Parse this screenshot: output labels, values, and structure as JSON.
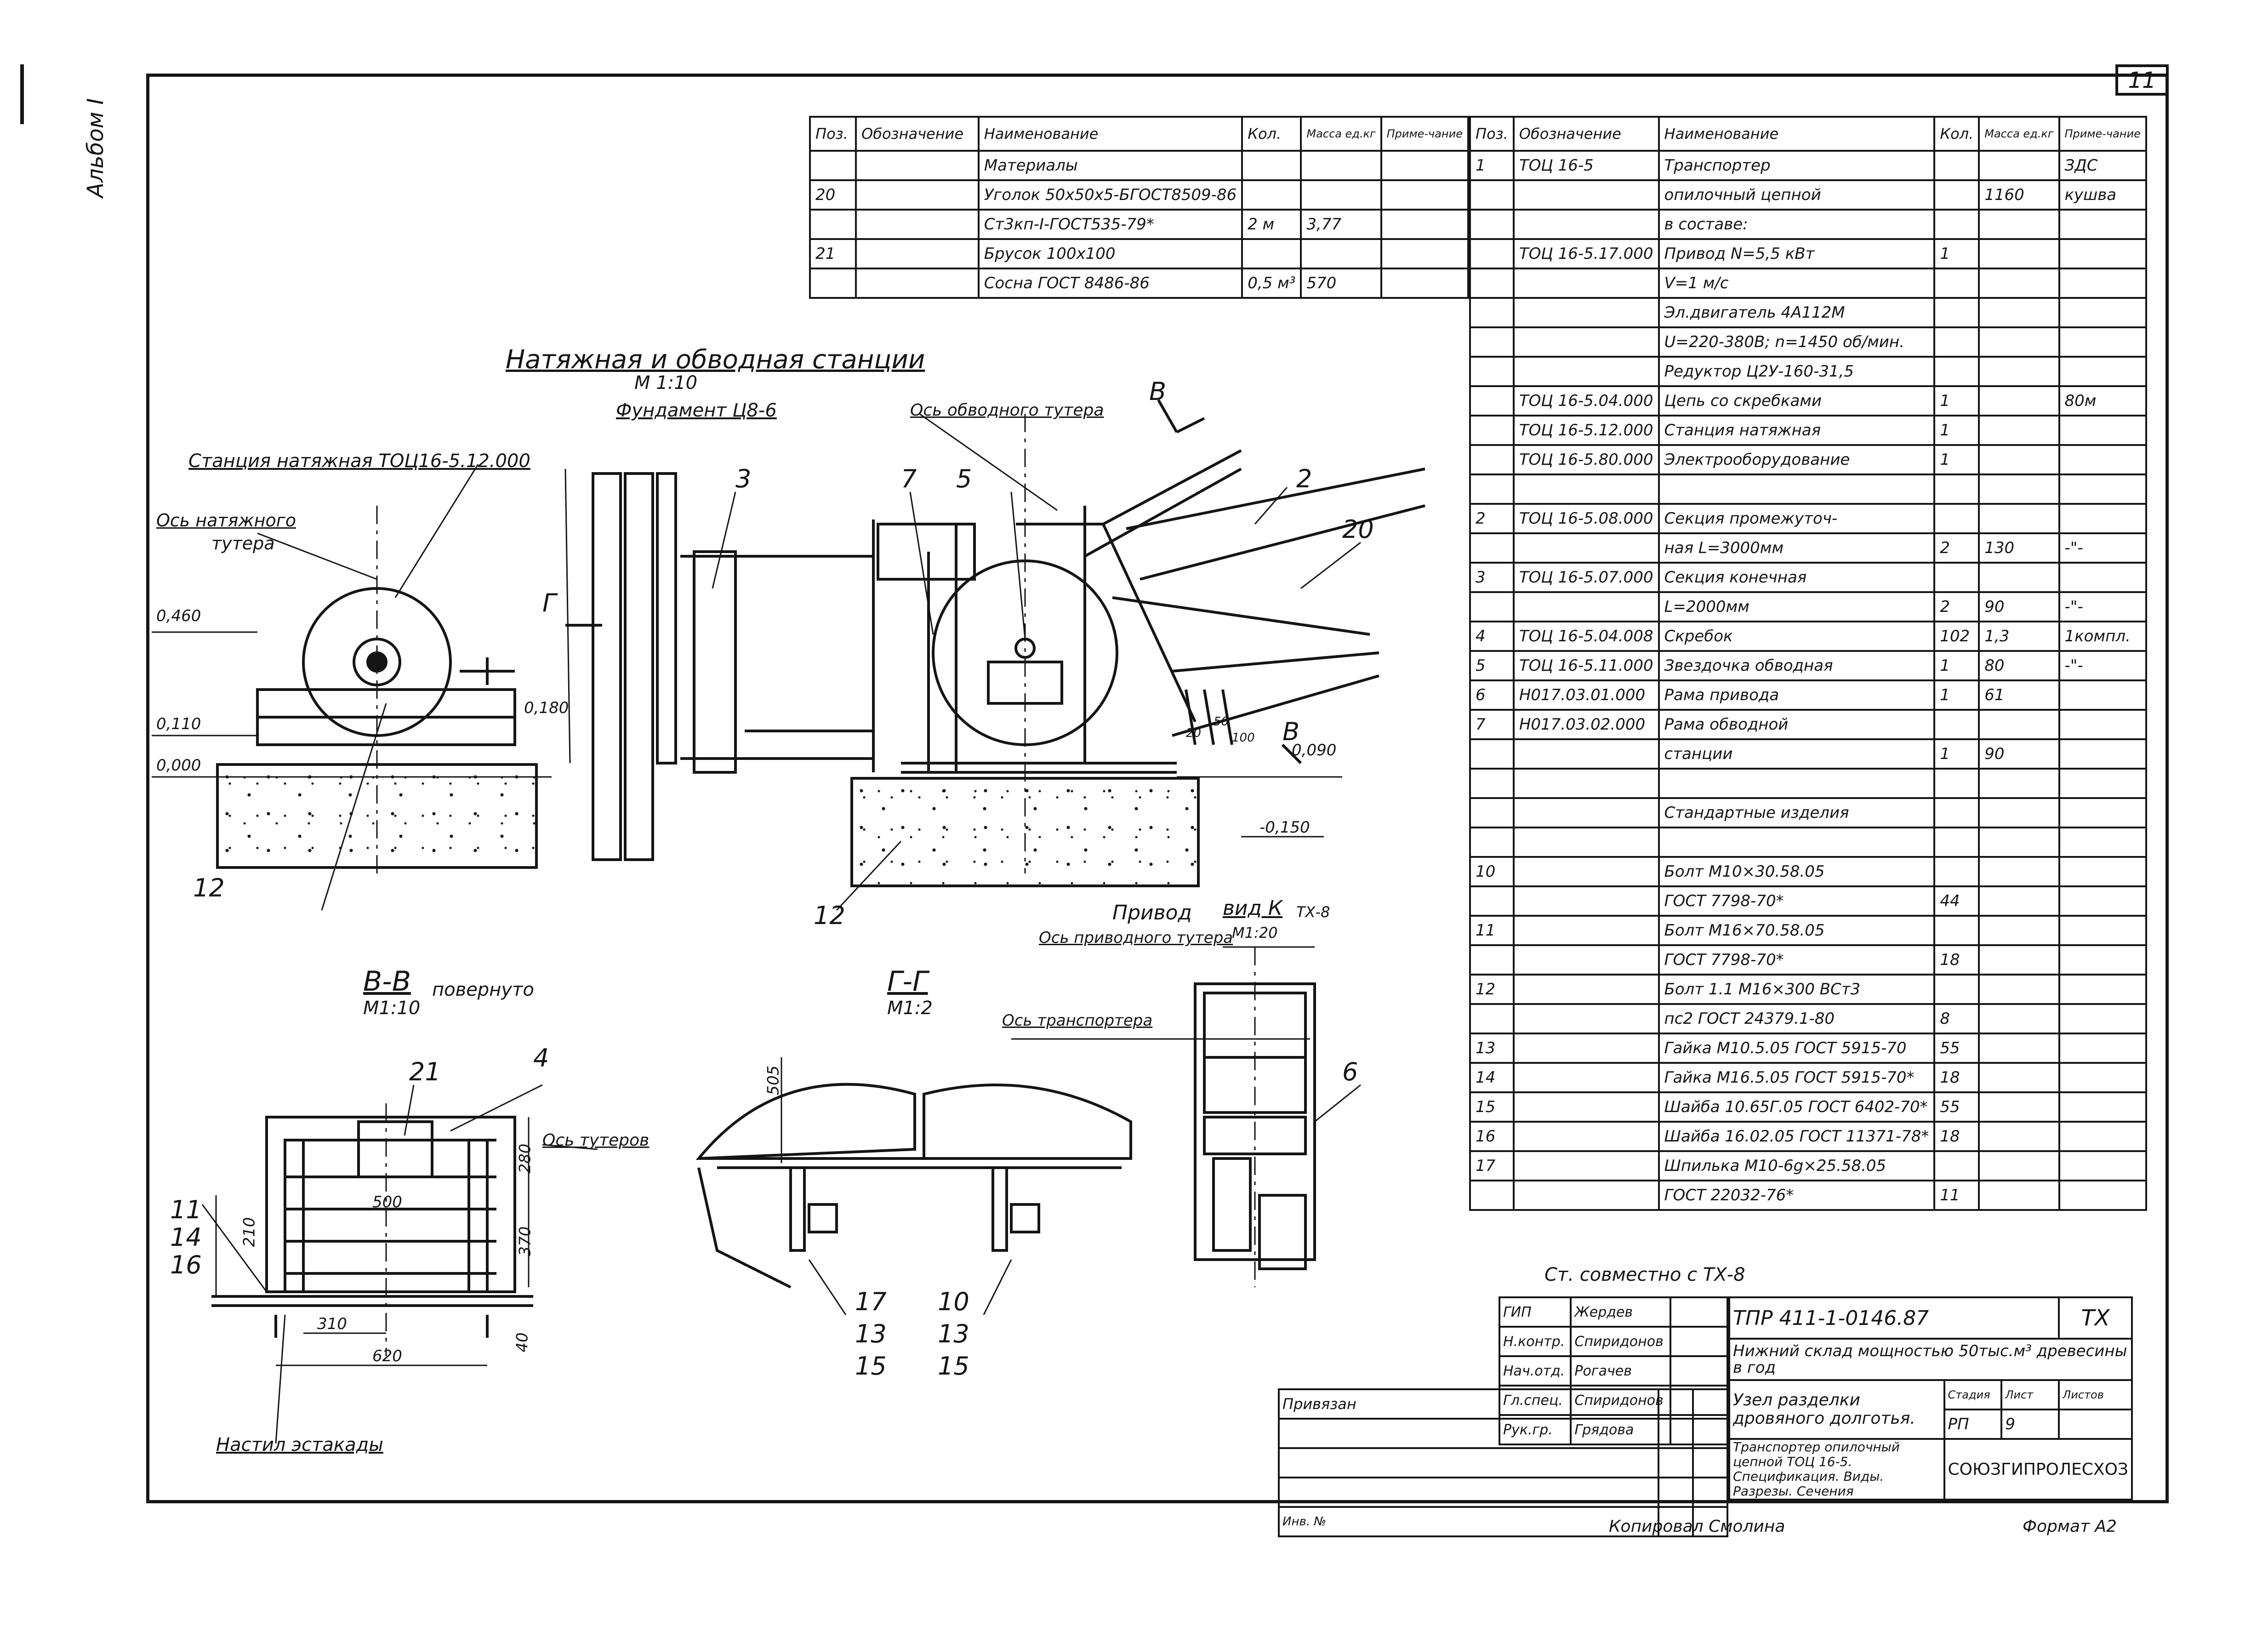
{
  "sheet": {
    "page_number": "11",
    "album_label": "Альбом I",
    "copied_label": "Копировал Смолина",
    "format_label": "Формат А2"
  },
  "spec_left": {
    "headers": [
      "Поз.",
      "Обозначение",
      "Наименование",
      "Кол.",
      "Масса ед.кг",
      "Приме-чание"
    ],
    "rows": [
      {
        "pos": "",
        "designation": "",
        "name": "Материалы",
        "qty": "",
        "mass": "",
        "note": ""
      },
      {
        "pos": "20",
        "designation": "",
        "name": "Уголок 50х50х5-БГОСТ8509-86",
        "qty": "",
        "mass": "",
        "note": ""
      },
      {
        "pos": "",
        "designation": "",
        "name": "Ст3кп-I-ГОСТ535-79*",
        "qty": "2 м",
        "mass": "3,77",
        "note": ""
      },
      {
        "pos": "21",
        "designation": "",
        "name": "Брусок 100х100",
        "qty": "",
        "mass": "",
        "note": ""
      },
      {
        "pos": "",
        "designation": "",
        "name": "Сосна ГОСТ 8486-86",
        "qty": "0,5 м³",
        "mass": "570",
        "note": ""
      }
    ]
  },
  "spec_right": {
    "headers": [
      "Поз.",
      "Обозначение",
      "Наименование",
      "Кол.",
      "Масса ед.кг",
      "Приме-чание"
    ],
    "rows": [
      {
        "pos": "1",
        "designation": "ТОЦ 16-5",
        "name": "Транспортер",
        "qty": "",
        "mass": "",
        "note": "ЗДС"
      },
      {
        "pos": "",
        "designation": "",
        "name": "опилочный цепной",
        "qty": "",
        "mass": "1160",
        "note": "кушва"
      },
      {
        "pos": "",
        "designation": "",
        "name": "в составе:",
        "qty": "",
        "mass": "",
        "note": ""
      },
      {
        "pos": "",
        "designation": "ТОЦ 16-5.17.000",
        "name": "Привод N=5,5 кВт",
        "qty": "1",
        "mass": "",
        "note": ""
      },
      {
        "pos": "",
        "designation": "",
        "name": "V=1 м/с",
        "qty": "",
        "mass": "",
        "note": ""
      },
      {
        "pos": "",
        "designation": "",
        "name": "Эл.двигатель 4А112М",
        "qty": "",
        "mass": "",
        "note": ""
      },
      {
        "pos": "",
        "designation": "",
        "name": "U=220-380В; n=1450 об/мин.",
        "qty": "",
        "mass": "",
        "note": ""
      },
      {
        "pos": "",
        "designation": "",
        "name": "Редуктор Ц2У-160-31,5",
        "qty": "",
        "mass": "",
        "note": ""
      },
      {
        "pos": "",
        "designation": "ТОЦ 16-5.04.000",
        "name": "Цепь со скребками",
        "qty": "1",
        "mass": "",
        "note": "80м"
      },
      {
        "pos": "",
        "designation": "ТОЦ 16-5.12.000",
        "name": "Станция натяжная",
        "qty": "1",
        "mass": "",
        "note": ""
      },
      {
        "pos": "",
        "designation": "ТОЦ 16-5.80.000",
        "name": "Электрооборудование",
        "qty": "1",
        "mass": "",
        "note": ""
      },
      {
        "pos": "",
        "designation": "",
        "name": "",
        "qty": "",
        "mass": "",
        "note": ""
      },
      {
        "pos": "2",
        "designation": "ТОЦ 16-5.08.000",
        "name": "Секция промежуточ-",
        "qty": "",
        "mass": "",
        "note": ""
      },
      {
        "pos": "",
        "designation": "",
        "name": "ная L=3000мм",
        "qty": "2",
        "mass": "130",
        "note": "-\"-"
      },
      {
        "pos": "3",
        "designation": "ТОЦ 16-5.07.000",
        "name": "Секция конечная",
        "qty": "",
        "mass": "",
        "note": ""
      },
      {
        "pos": "",
        "designation": "",
        "name": "L=2000мм",
        "qty": "2",
        "mass": "90",
        "note": "-\"-"
      },
      {
        "pos": "4",
        "designation": "ТОЦ 16-5.04.008",
        "name": "Скребок",
        "qty": "102",
        "mass": "1,3",
        "note": "1компл."
      },
      {
        "pos": "5",
        "designation": "ТОЦ 16-5.11.000",
        "name": "Звездочка обводная",
        "qty": "1",
        "mass": "80",
        "note": "-\"-"
      },
      {
        "pos": "6",
        "designation": "Н017.03.01.000",
        "name": "Рама привода",
        "qty": "1",
        "mass": "61",
        "note": ""
      },
      {
        "pos": "7",
        "designation": "Н017.03.02.000",
        "name": "Рама обводной",
        "qty": "",
        "mass": "",
        "note": ""
      },
      {
        "pos": "",
        "designation": "",
        "name": "станции",
        "qty": "1",
        "mass": "90",
        "note": ""
      },
      {
        "pos": "",
        "designation": "",
        "name": "",
        "qty": "",
        "mass": "",
        "note": ""
      },
      {
        "pos": "",
        "designation": "",
        "name": "Стандартные изделия",
        "qty": "",
        "mass": "",
        "note": ""
      },
      {
        "pos": "",
        "designation": "",
        "name": "",
        "qty": "",
        "mass": "",
        "note": ""
      },
      {
        "pos": "10",
        "designation": "",
        "name": "Болт М10×30.58.05",
        "qty": "",
        "mass": "",
        "note": ""
      },
      {
        "pos": "",
        "designation": "",
        "name": "ГОСТ 7798-70*",
        "qty": "44",
        "mass": "",
        "note": ""
      },
      {
        "pos": "11",
        "designation": "",
        "name": "Болт М16×70.58.05",
        "qty": "",
        "mass": "",
        "note": ""
      },
      {
        "pos": "",
        "designation": "",
        "name": "ГОСТ 7798-70*",
        "qty": "18",
        "mass": "",
        "note": ""
      },
      {
        "pos": "12",
        "designation": "",
        "name": "Болт 1.1 М16×300 ВСт3",
        "qty": "",
        "mass": "",
        "note": ""
      },
      {
        "pos": "",
        "designation": "",
        "name": "пс2 ГОСТ 24379.1-80",
        "qty": "8",
        "mass": "",
        "note": ""
      },
      {
        "pos": "13",
        "designation": "",
        "name": "Гайка М10.5.05 ГОСТ 5915-70",
        "qty": "55",
        "mass": "",
        "note": ""
      },
      {
        "pos": "14",
        "designation": "",
        "name": "Гайка М16.5.05 ГОСТ 5915-70*",
        "qty": "18",
        "mass": "",
        "note": ""
      },
      {
        "pos": "15",
        "designation": "",
        "name": "Шайба 10.65Г.05 ГОСТ 6402-70*",
        "qty": "55",
        "mass": "",
        "note": ""
      },
      {
        "pos": "16",
        "designation": "",
        "name": "Шайба 16.02.05 ГОСТ 11371-78*",
        "qty": "18",
        "mass": "",
        "note": ""
      },
      {
        "pos": "17",
        "designation": "",
        "name": "Шпилька М10-6g×25.58.05",
        "qty": "",
        "mass": "",
        "note": ""
      },
      {
        "pos": "",
        "designation": "",
        "name": "ГОСТ 22032-76*",
        "qty": "11",
        "mass": "",
        "note": ""
      }
    ]
  },
  "drawing": {
    "title_main": "Натяжная и обводная станции",
    "title_scale": "М 1:10",
    "foundation_label": "Фундамент Ц8-6",
    "tension_station": "Станция натяжная ТОЦ16-5.12.000",
    "tension_axis": "Ось натяжного",
    "tension_axis2": "тутера",
    "bypass_axis": "Ось обводного тутера",
    "drive_label": "Привод",
    "view_k": "вид К",
    "view_k_ref": "ТХ-8",
    "view_k_scale": "М1:20",
    "marks": {
      "m460": "0,460",
      "m110": "0,110",
      "m000": "0,000",
      "m180": "0,180",
      "m090": "0,090",
      "m150": "-0,150"
    },
    "callouts": {
      "c3": "3",
      "c7": "7",
      "c5": "5",
      "c2": "2",
      "c20": "20",
      "c12a": "12",
      "c12b": "12",
      "g": "Г",
      "v": "В",
      "v2": "В"
    },
    "dims": {
      "d20": "20",
      "d50": "50",
      "d100": "100"
    }
  },
  "section_vv": {
    "title": "В-В",
    "scale": "М1:10",
    "suffix": "повернуто",
    "axis": "Ось тутеров",
    "deck": "Настил эстакады",
    "callouts": [
      "21",
      "4",
      "11",
      "14",
      "16"
    ],
    "dims": {
      "w500": "500",
      "w310": "310",
      "w620": "620",
      "h280": "280",
      "h370": "370",
      "h210": "210",
      "h40": "40"
    }
  },
  "section_gg": {
    "title": "Г-Г",
    "scale": "М1:2",
    "drive_axis": "Ось приводного тутера",
    "conveyor_axis": "Ось транспортера",
    "dim505": "505",
    "callouts_a": [
      "17",
      "13",
      "15"
    ],
    "callouts_b": [
      "10",
      "13",
      "15"
    ],
    "c6": "6"
  },
  "stamp": {
    "joint_note": "Ст. совместно с ТХ-8",
    "code": "ТПР 411-1-0146.87",
    "mark": "ТХ",
    "project": "Нижний склад мощностью 50тыс.м³ древесины в год",
    "node_title": "Узел разделки дровяного долготья.",
    "sheet_title": "Транспортер опилочный цепной ТОЦ 16-5. Спецификация. Виды. Разрезы. Сечения",
    "org": "СОЮЗГИПРОЛЕСХОЗ",
    "stage_h": "Стадия",
    "sheet_h": "Лист",
    "sheets_h": "Листов",
    "stage": "РП",
    "sheet": "9",
    "bound": "Привязан",
    "inv": "Инв. №",
    "people": [
      {
        "role": "ГИП",
        "name": "Жердев"
      },
      {
        "role": "Н.контр.",
        "name": "Спиридонов"
      },
      {
        "role": "Нач.отд.",
        "name": "Рогачев"
      },
      {
        "role": "Гл.спец.",
        "name": "Спиридонов"
      },
      {
        "role": "Рук.гр.",
        "name": "Грядова"
      }
    ]
  }
}
